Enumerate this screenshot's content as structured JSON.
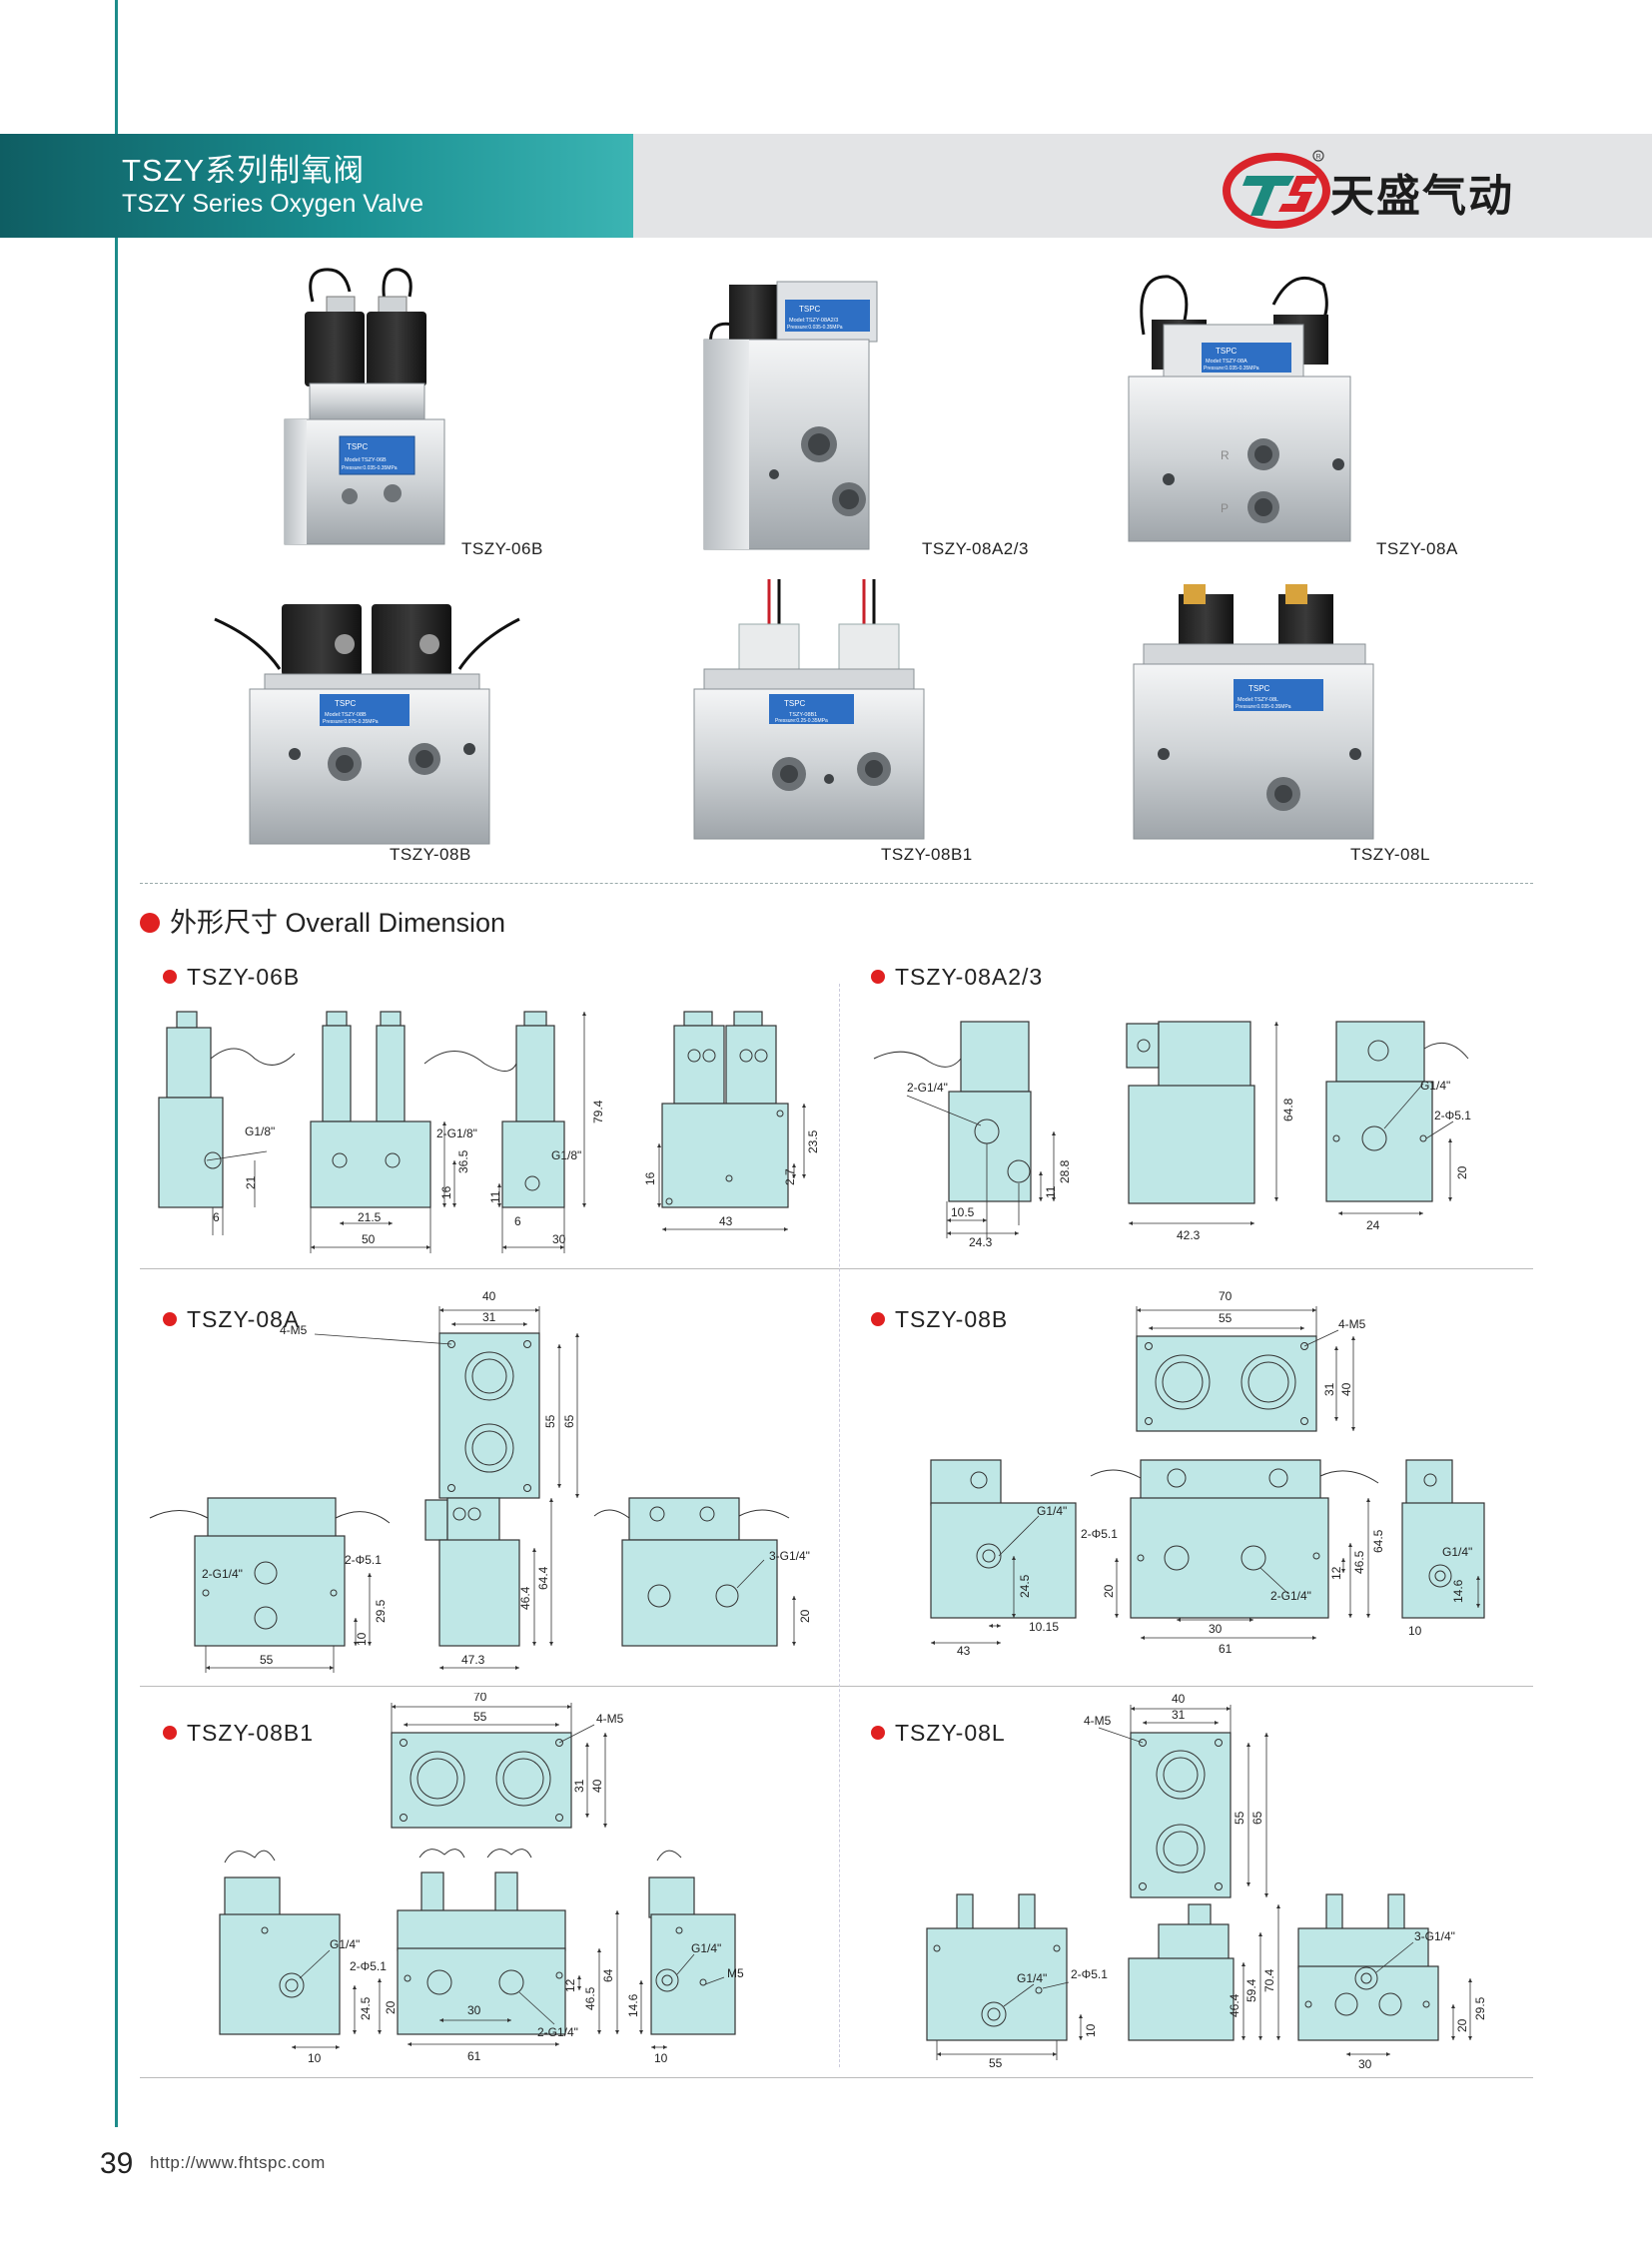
{
  "header": {
    "title_cn": "TSZY系列制氧阀",
    "title_en": "TSZY Series Oxygen Valve",
    "brand_name": "天盛气动",
    "colors": {
      "teal": "#1a8f91",
      "grey": "#e3e4e6",
      "logo_red": "#d9232a",
      "logo_teal": "#1c8a7e"
    }
  },
  "photos": [
    {
      "label": "TSZY-06B",
      "nameplate_title": "Model:TSZY-06B",
      "nameplate_pressure": "Pressure:0.035-0.35MPa"
    },
    {
      "label": "TSZY-08A2/3",
      "nameplate_title": "Model:TSZY-08A2/3",
      "nameplate_pressure": "Pressure:0.035-0.35MPa"
    },
    {
      "label": "TSZY-08A",
      "nameplate_title": "Model:TSZY-08A",
      "nameplate_pressure": "Pressure:0.035-0.35MPa"
    },
    {
      "label": "TSZY-08B",
      "nameplate_title": "Model:TSZY-08B",
      "nameplate_pressure": "Pressure:0.075-0.35MPa"
    },
    {
      "label": "TSZY-08B1",
      "nameplate_title": "TSZY-08B1",
      "nameplate_pressure": "Pressure:0.25-0.35MPa"
    },
    {
      "label": "TSZY-08L",
      "nameplate_title": "Model:TSZY-08L",
      "nameplate_pressure": "Pressure:0.035-0.35MPa"
    }
  ],
  "photo_ports": {
    "r": "R",
    "p": "P",
    "brand": "TSPC"
  },
  "section_title": "外形尺寸 Overall Dimension",
  "models": {
    "m06b": {
      "title": "TSZY-06B",
      "d": [
        "G1/8\"",
        "21",
        "6",
        "2-G1/8\"",
        "36.5",
        "16",
        "21.5",
        "50",
        "79.4",
        "G1/8\"",
        "11",
        "6",
        "30",
        "16",
        "2.7",
        "23.5",
        "43"
      ]
    },
    "m08a23": {
      "title": "TSZY-08A2/3",
      "d": [
        "2-G1/4\"",
        "28.8",
        "11",
        "10.5",
        "24.3",
        "64.8",
        "42.3",
        "G1/4\"",
        "2-Φ5.1",
        "20",
        "24"
      ]
    },
    "m08a": {
      "title": "TSZY-08A",
      "d": [
        "40",
        "31",
        "4-M5",
        "55",
        "65",
        "2-G1/4\"",
        "2-Φ5.1",
        "29.5",
        "10",
        "55",
        "46.4",
        "64.4",
        "47.3",
        "3-G1/4\"",
        "20"
      ]
    },
    "m08b": {
      "title": "TSZY-08B",
      "d": [
        "70",
        "55",
        "4-M5",
        "31",
        "40",
        "G1/4\"",
        "2-Φ5.1",
        "24.5",
        "20",
        "10.15",
        "43",
        "12",
        "46.5",
        "64.5",
        "30",
        "61",
        "2-G1/4\"",
        "G1/4\"",
        "14.6",
        "10"
      ]
    },
    "m08b1": {
      "title": "TSZY-08B1",
      "d": [
        "70",
        "55",
        "4-M5",
        "31",
        "40",
        "G1/4\"",
        "2-Φ5.1",
        "24.5",
        "10",
        "20",
        "12",
        "46.5",
        "64",
        "30",
        "61",
        "2-G1/4\"",
        "G1/4\"",
        "M5",
        "14.6",
        "10"
      ]
    },
    "m08l": {
      "title": "TSZY-08L",
      "d": [
        "40",
        "31",
        "4-M5",
        "55",
        "65",
        "G1/4\"",
        "2-Φ5.1",
        "10",
        "55",
        "46.4",
        "59.4",
        "70.4",
        "3-G1/4\"",
        "20",
        "29.5",
        "30"
      ]
    }
  },
  "footer": {
    "page": "39",
    "url": "http://www.fhtspc.com"
  }
}
